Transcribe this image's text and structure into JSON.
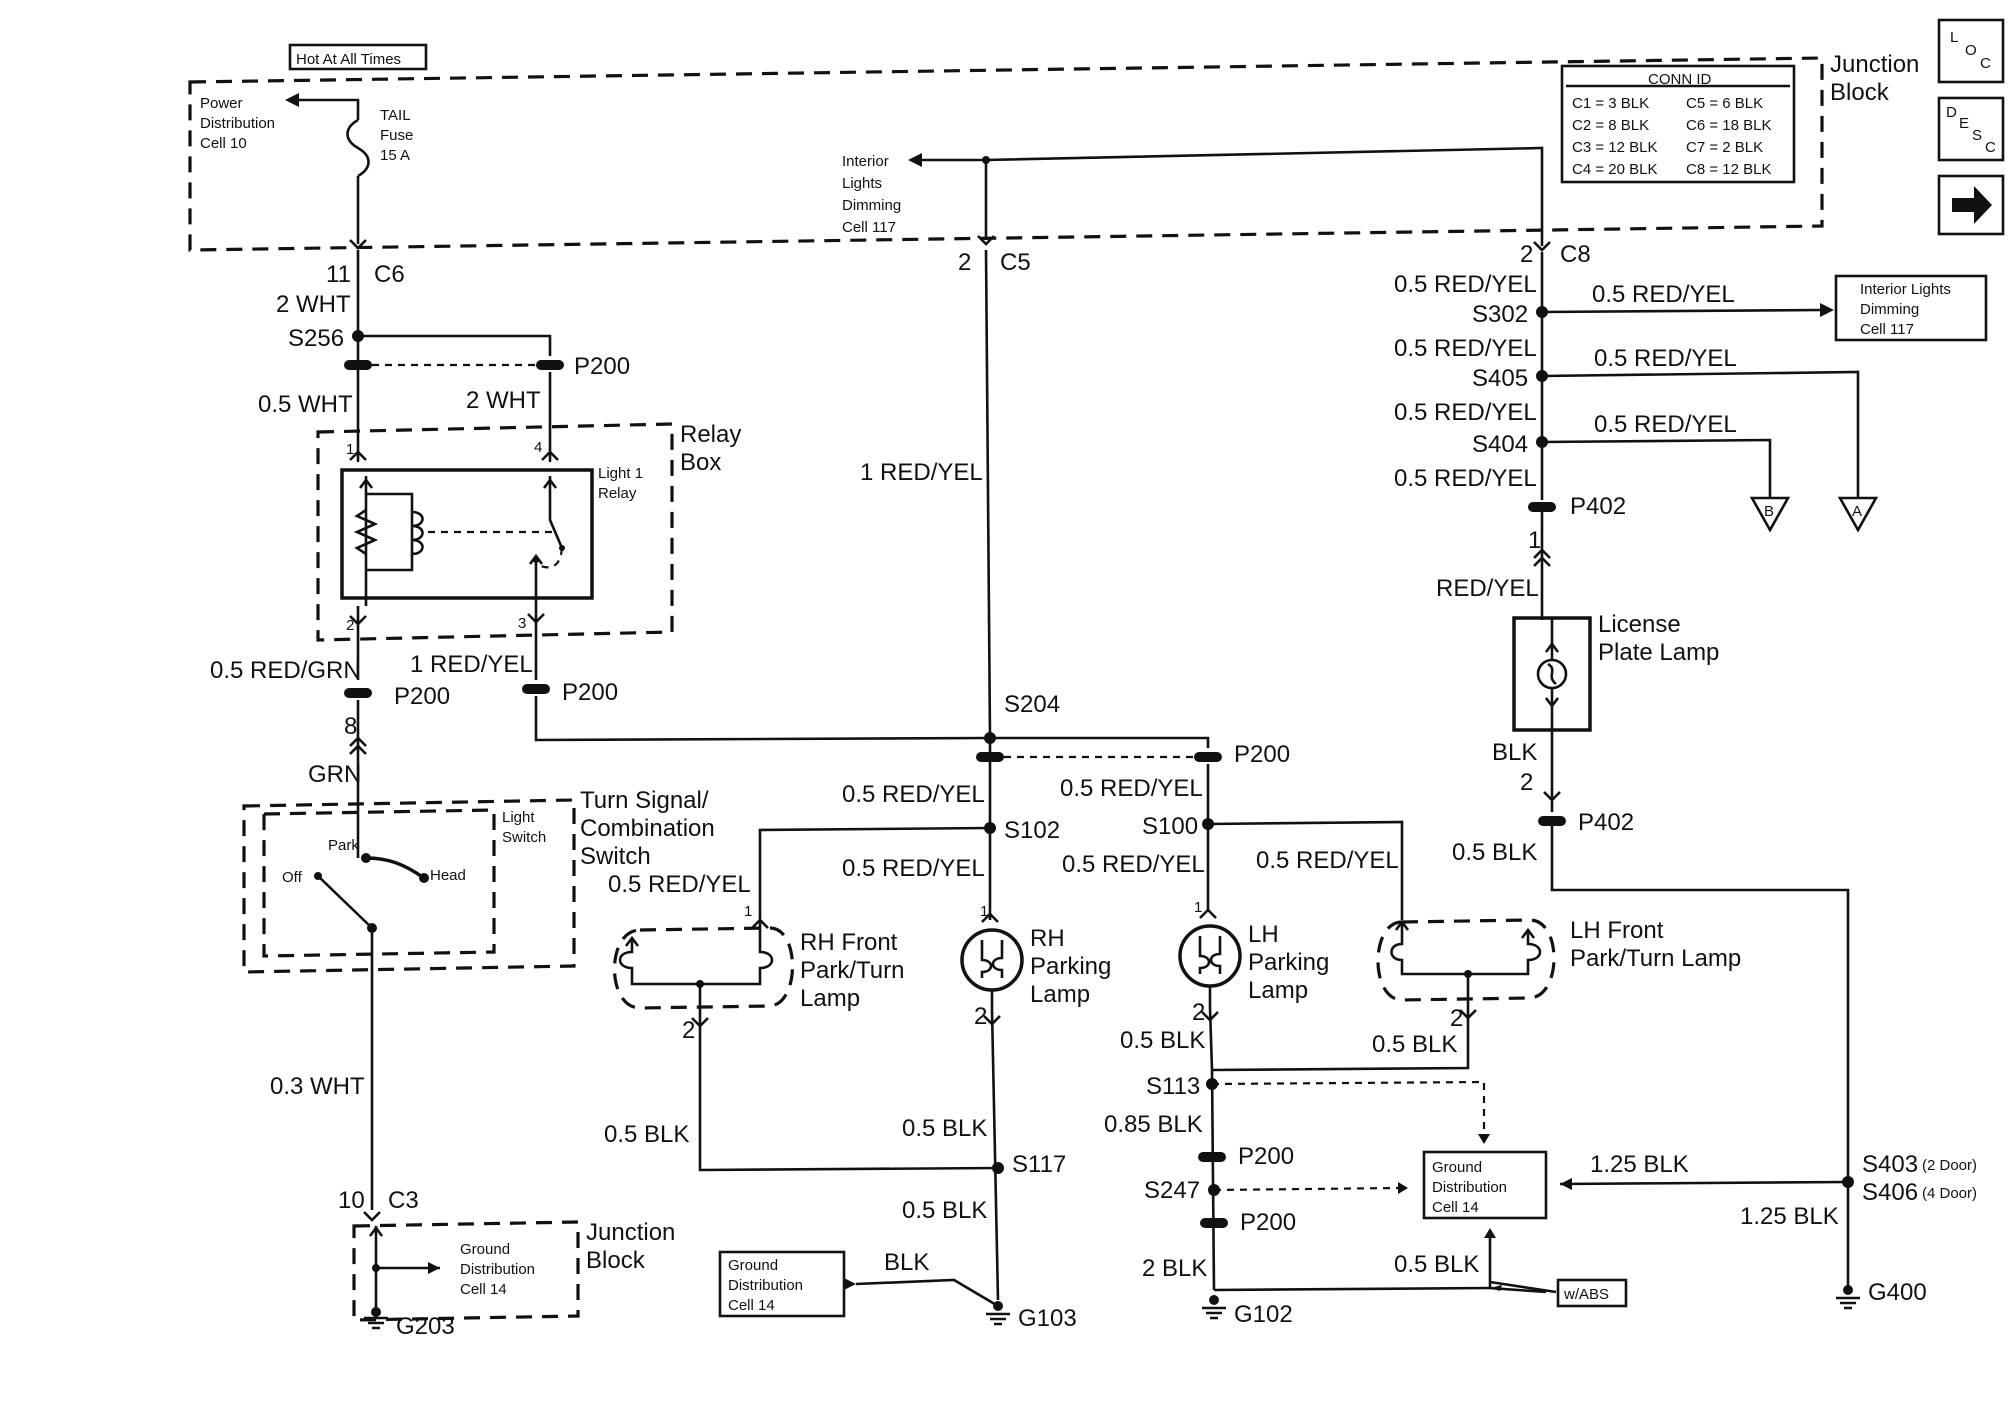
{
  "nav": {
    "loc": [
      "L",
      "O",
      "C"
    ],
    "desc": [
      "D",
      "E",
      "S",
      "C"
    ]
  },
  "junction_block_top": [
    "Junction",
    "Block"
  ],
  "hot": "Hot At All Times",
  "power_dist": [
    "Power",
    "Distribution",
    "Cell 10"
  ],
  "tail_fuse": [
    "TAIL",
    "Fuse",
    "15 A"
  ],
  "conn_id": {
    "title": "CONN ID",
    "rows": [
      [
        "C1 = 3 BLK",
        "C5 = 6 BLK"
      ],
      [
        "C2 = 8 BLK",
        "C6 = 18 BLK"
      ],
      [
        "C3 = 12 BLK",
        "C7 = 2 BLK"
      ],
      [
        "C4 = 20 BLK",
        "C8 = 12 BLK"
      ]
    ]
  },
  "interior_dim_left": [
    "Interior",
    "Lights",
    "Dimming",
    "Cell 117"
  ],
  "interior_dim_right": [
    "Interior Lights",
    "Dimming",
    "Cell 117"
  ],
  "c6": {
    "pin": "11",
    "name": "C6"
  },
  "c5": {
    "pin": "2",
    "name": "C5"
  },
  "c8": {
    "pin": "2",
    "name": "C8"
  },
  "wires": {
    "w2wht": "2 WHT",
    "s256": "S256",
    "p200": "P200",
    "w05wht": "0.5 WHT",
    "w2wht_b": "2 WHT",
    "ry05": "0.5 RED/YEL",
    "s302": "S302",
    "s405": "S405",
    "s404": "S404",
    "p402": "P402",
    "ry1": "1 RED/YEL",
    "ry": "RED/YEL",
    "rgrn": "0.5 RED/GRN",
    "grn": "GRN",
    "blk": "BLK",
    "s204": "S204",
    "s102": "S102",
    "s100": "S100",
    "b05": "0.5 BLK",
    "b085": "0.85 BLK",
    "b03w": "0.3 WHT",
    "s113": "S113",
    "s247": "S247",
    "s117": "S117",
    "b125": "1.25 BLK",
    "b2": "2 BLK",
    "s403": "S403",
    "s406": "S406",
    "door2": "(2 Door)",
    "door4": "(4 Door)"
  },
  "relay_box": [
    "Relay",
    "Box"
  ],
  "relay": [
    "Light 1",
    "Relay"
  ],
  "license_lamp": [
    "License",
    "Plate Lamp"
  ],
  "turn_switch": [
    "Turn Signal/",
    "Combination",
    "Switch"
  ],
  "light_switch": [
    "Light",
    "Switch"
  ],
  "switch_pos": {
    "park": "Park",
    "off": "Off",
    "head": "Head"
  },
  "rh_front": [
    "RH Front",
    "Park/Turn",
    "Lamp"
  ],
  "rh_park": [
    "RH",
    "Parking",
    "Lamp"
  ],
  "lh_park": [
    "LH",
    "Parking",
    "Lamp"
  ],
  "lh_front": [
    "LH Front",
    "Park/Turn Lamp"
  ],
  "junction_block_bot": [
    "Junction",
    "Block"
  ],
  "c3": {
    "pin": "10",
    "name": "C3"
  },
  "ground_dist": [
    "Ground",
    "Distribution",
    "Cell 14"
  ],
  "grounds": {
    "g203": "G203",
    "g103": "G103",
    "g102": "G102",
    "g400": "G400"
  },
  "wabs": "w/ABS",
  "offpage": {
    "a": "A",
    "b": "B"
  },
  "pins": {
    "p1": "1",
    "p2": "2",
    "p3": "3",
    "p4": "4",
    "p8": "8"
  }
}
